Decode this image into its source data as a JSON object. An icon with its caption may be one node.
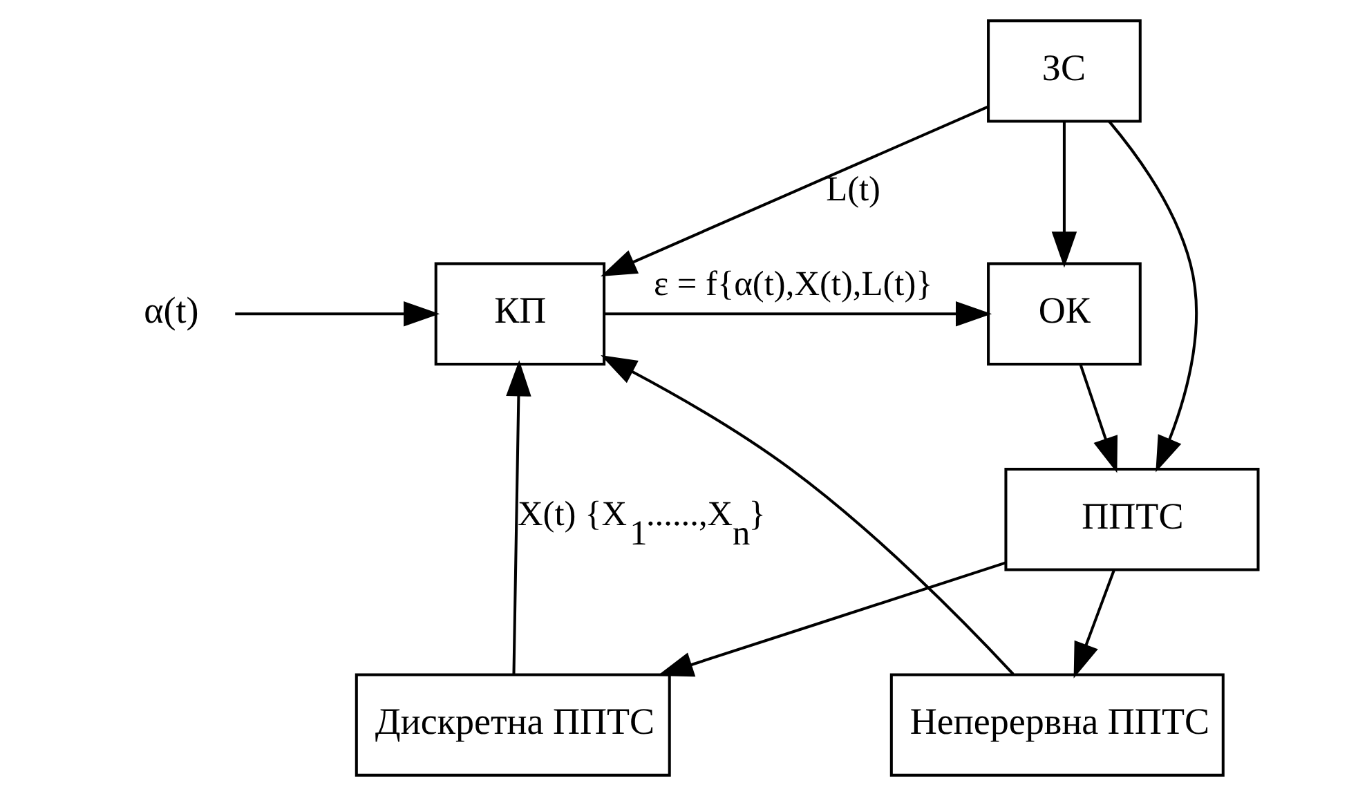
{
  "diagram": {
    "nodes": [
      {
        "text": [
          "α(t)"
        ]
      },
      {
        "text": [
          "КП"
        ]
      },
      {
        "text": [
          "ОК"
        ]
      },
      {
        "text": [
          "ЗС"
        ]
      },
      {
        "text": [
          "ППТС"
        ]
      },
      {
        "text": [
          "Дискретна ППТС"
        ]
      },
      {
        "text": [
          "Неперервна ППТС"
        ]
      }
    ],
    "edges": [
      {
        "from": 0,
        "to": 1,
        "arrow": "to"
      },
      {
        "from": 3,
        "to": 1,
        "arrow": "to",
        "label": "L(t)"
      },
      {
        "from": 1,
        "to": 2,
        "arrow": "to",
        "label": "ε = f{α(t),X(t),L(t)}"
      },
      {
        "from": 3,
        "to": 2,
        "arrow": "to"
      },
      {
        "from": 2,
        "to": 4,
        "arrow": "to"
      },
      {
        "from": 3,
        "to": 4,
        "arrow": "to"
      },
      {
        "from": 4,
        "to": 5,
        "arrow": "to"
      },
      {
        "from": 4,
        "to": 6,
        "arrow": "to"
      },
      {
        "from": 5,
        "to": 1,
        "arrow": "to",
        "label": "X(t) {X$_{1}$......,X$_{n}$}"
      },
      {
        "from": 6,
        "to": 1,
        "arrow": "to"
      }
    ]
  }
}
